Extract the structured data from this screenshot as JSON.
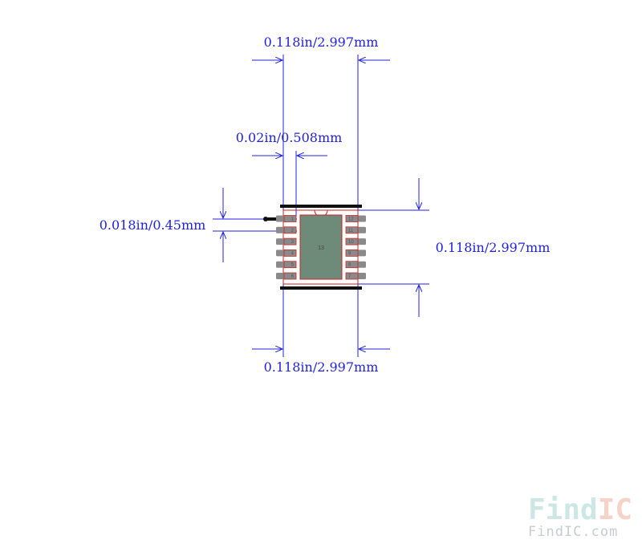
{
  "dimensions": {
    "top_width": "0.118in/2.997mm",
    "pitch": "0.02in/0.508mm",
    "pad_width": "0.018in/0.45mm",
    "height": "0.118in/2.997mm",
    "bottom_width": "0.118in/2.997mm"
  },
  "pads": {
    "left": [
      "1",
      "2",
      "3",
      "4",
      "5",
      "6"
    ],
    "right": [
      "12",
      "11",
      "10",
      "9",
      "8",
      "7"
    ],
    "center": "13"
  },
  "watermark": {
    "logo_find": "Find",
    "logo_ic": "IC",
    "url": "FindIC.com"
  },
  "colors": {
    "dimension": "#2222dd",
    "outline": "#cc2222",
    "body_fill": "#6e8a78",
    "pad_fill": "#8a8a8a",
    "silkscreen": "#111111"
  }
}
